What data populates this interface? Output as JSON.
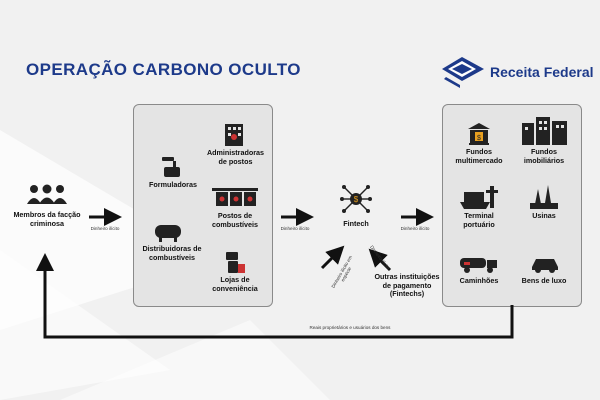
{
  "header": {
    "title": "OPERAÇÃO CARBONO OCULTO",
    "brand": "Receita Federal",
    "brand_color": "#1d3a8a"
  },
  "nodes": {
    "members": "Membros da facção criminosa",
    "formuladoras": "Formuladoras",
    "administradoras": "Administradoras de postos",
    "postos": "Postos de combustíveis",
    "distribuidoras": "Distribuidoras de combustíveis",
    "lojas": "Lojas de conveniência",
    "fintech": "Fintech",
    "outras": "Outras instituições de pagamento (Fintechs)",
    "fundos_multi": "Fundos multimercado",
    "fundos_imob": "Fundos imobiliários",
    "terminal": "Terminal portuário",
    "usinas": "Usinas",
    "caminhoes": "Caminhões",
    "bens_luxo": "Bens de luxo"
  },
  "edges": {
    "dinheiro_ilicito_1": "Dinheiro ilícito",
    "dinheiro_ilicito_2": "Dinheiro ilícito",
    "dinheiro_ilicito_3": "Dinheiro ilícito",
    "dinheiro_ilicito_up": "Dinheiro ilícito em espécie",
    "dinheiro_ilicito_diag": "Dinheiro ilícito",
    "return_label": "Reais proprietários e usuários dos bens"
  },
  "icons": [
    "people-icon",
    "factory-icon",
    "building-icon",
    "gas-station-icon",
    "tank-icon",
    "store-icon",
    "network-icon",
    "bank-icon",
    "buildings-icon",
    "ship-icon",
    "plant-icon",
    "truck-icon",
    "car-icon",
    "brand-logo-icon"
  ]
}
